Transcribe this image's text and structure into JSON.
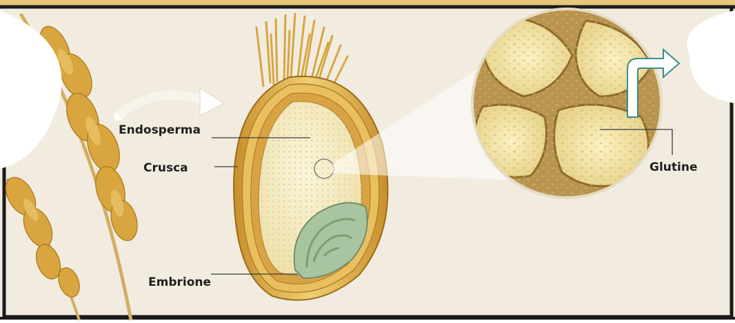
{
  "labels": {
    "endosperm": "Endosperma",
    "bran": "Crusca",
    "embryo": "Embrione",
    "gluten": "Glutine"
  },
  "colors": {
    "background": "#f1ecdf",
    "frame": "#1b1b1b",
    "top_band": "#e6c77c",
    "grain_shell": "#d9a847",
    "endosperm": "#f7eec6",
    "embryo": "#a8c4a0",
    "arrow_outline": "#3a8d8a"
  }
}
